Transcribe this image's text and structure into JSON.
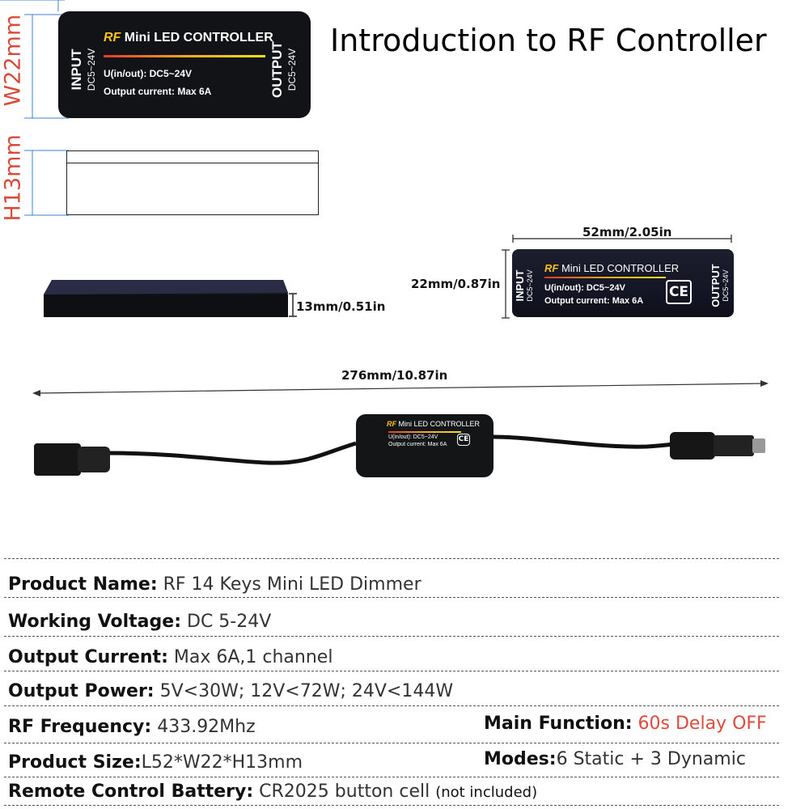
{
  "title": "Introduction to RF Controller",
  "dimensions": {
    "width_label": "W22mm",
    "height_label": "H13mm",
    "length_label": "52mm/2.05in",
    "width_in_label": "22mm/0.87in",
    "height_in_label": "13mm/0.51in",
    "cable_length_label": "276mm/10.87in"
  },
  "controller": {
    "brand": "RF",
    "title": "Mini LED CONTROLLER",
    "input_label": "INPUT",
    "input_voltage": "DC5~24V",
    "output_label": "OUTPUT",
    "output_voltage": "DC5~24V",
    "spec_voltage": "U(in/out): DC5~24V",
    "spec_current": "Output current: Max 6A",
    "cert": "CE"
  },
  "specs": {
    "product_name": {
      "label": "Product Name:",
      "value": "RF 14 Keys Mini LED Dimmer"
    },
    "working_voltage": {
      "label": "Working Voltage:",
      "value": "DC 5-24V"
    },
    "output_current": {
      "label": "Output Current:",
      "value": "Max 6A,1 channel"
    },
    "output_power": {
      "label": "Output Power:",
      "value": "5V<30W; 12V<72W; 24V<144W"
    },
    "rf_frequency": {
      "label": "RF Frequency:",
      "value": "433.92Mhz"
    },
    "main_function": {
      "label": "Main Function:",
      "value": "60s Delay OFF"
    },
    "product_size": {
      "label": "Product Size:",
      "value": "L52*W22*H13mm"
    },
    "modes": {
      "label": "Modes:",
      "value": "6 Static + 3 Dynamic"
    },
    "battery": {
      "label": "Remote Control Battery:",
      "value": "CR2025 button cell",
      "note": "(not included)"
    }
  },
  "colors": {
    "accent_red": "#e04a3a",
    "dim_red": "#d94a3a",
    "brand_yellow": "#f7c21a",
    "dim_blue": "#3b7fd0"
  }
}
